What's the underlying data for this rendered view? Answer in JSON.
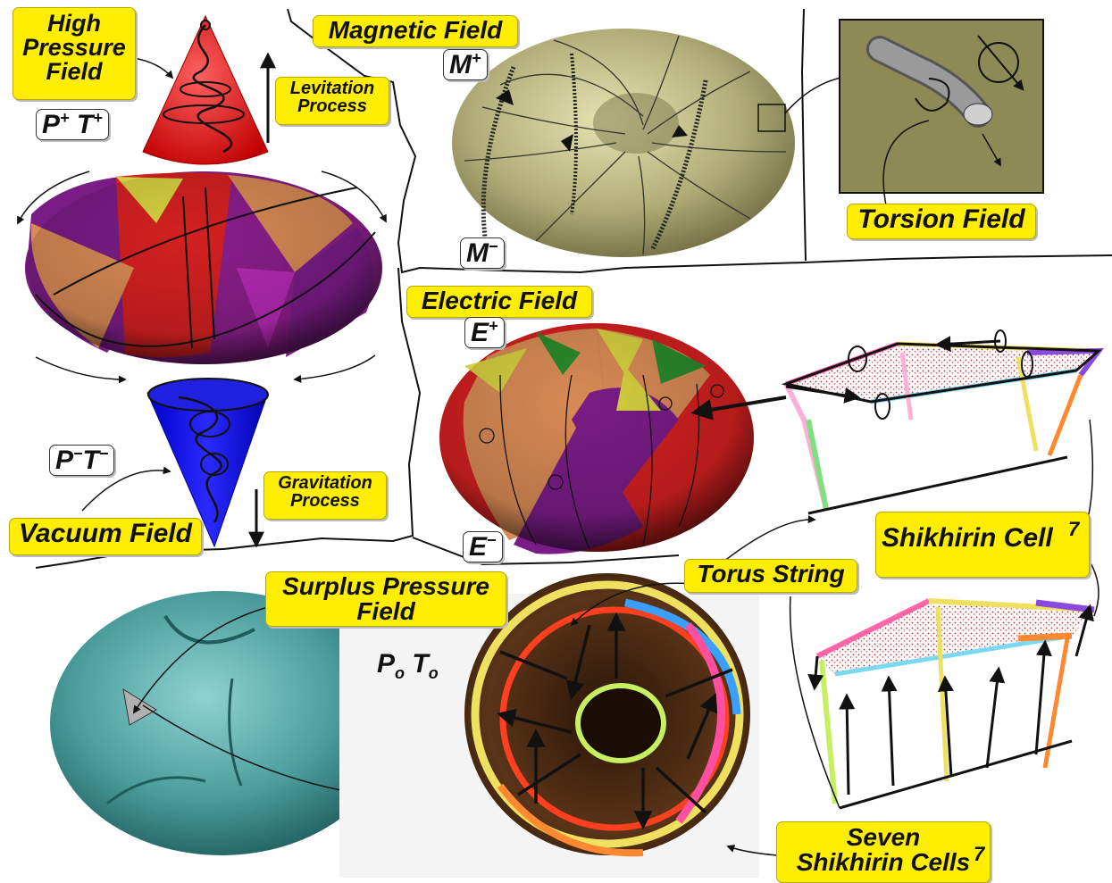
{
  "labels": {
    "high_pressure": [
      "High",
      "Pressure",
      "Field"
    ],
    "levitation": [
      "Levitation",
      "Process"
    ],
    "gravitation": [
      "Gravitation",
      "Process"
    ],
    "vacuum": "Vacuum Field",
    "magnetic": "Magnetic Field",
    "torsion": "Torsion Field",
    "electric": "Electric Field",
    "surplus": [
      "Surplus Pressure",
      "Field"
    ],
    "torus_string": "Torus String",
    "shikhirin_cell": "Shikhirin Cell",
    "seven_cells": [
      "Seven",
      "Shikhirin Cells"
    ],
    "superscript_seven": "7"
  },
  "symbols": {
    "p_plus": "P",
    "t_plus": "T",
    "p_minus": "P",
    "t_minus": "T",
    "m_plus": "M",
    "m_minus": "M",
    "e_plus": "E",
    "e_minus": "E",
    "p_zero": "P",
    "t_zero": "T",
    "plus": "+",
    "minus": "−",
    "zero": "o"
  },
  "colors": {
    "label_bg": "#ffee00",
    "red_cone": "#ff1010",
    "blue_cone": "#1010f0",
    "magnetic_torus": "#b5b07a",
    "torsion_panel": "#8e8a55",
    "teal_torus": "#4fa5a5"
  }
}
